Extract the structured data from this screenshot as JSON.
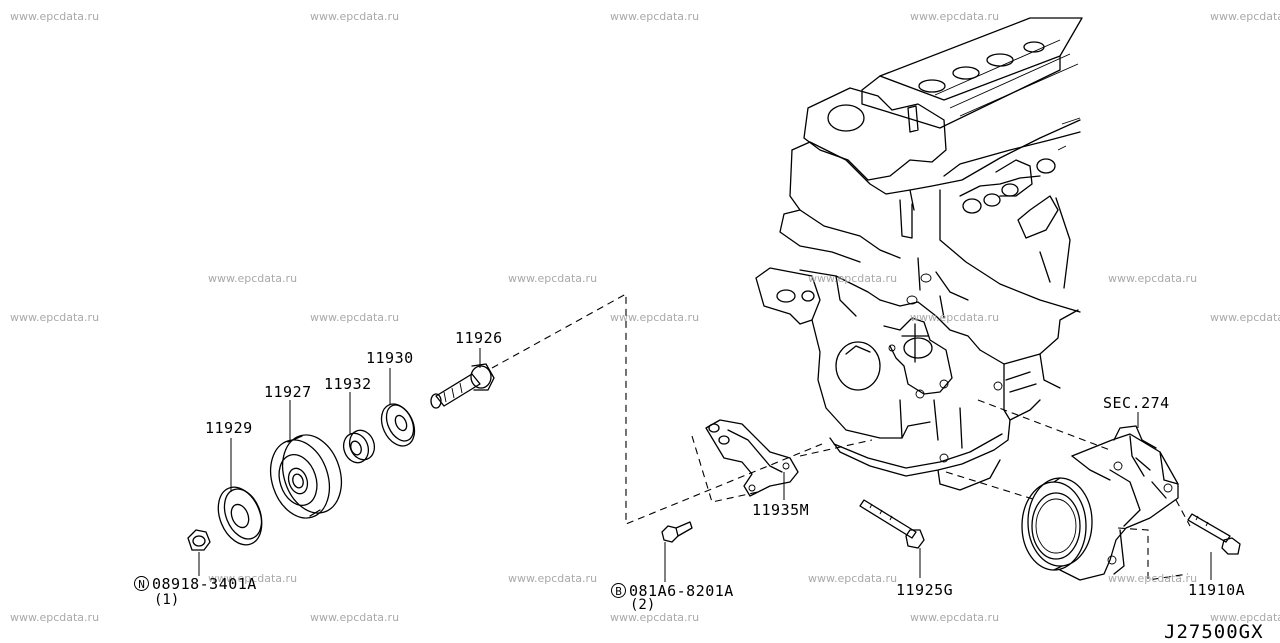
{
  "watermark": "www.epcdata.ru",
  "diagram_code": "J27500GX",
  "section_ref": "SEC.274",
  "parts": [
    {
      "id": "p11926",
      "number": "11926"
    },
    {
      "id": "p11930",
      "number": "11930"
    },
    {
      "id": "p11927",
      "number": "11927"
    },
    {
      "id": "p11932",
      "number": "11932"
    },
    {
      "id": "p11929",
      "number": "11929"
    },
    {
      "id": "p11935M",
      "number": "11935M"
    },
    {
      "id": "p11925G",
      "number": "11925G"
    },
    {
      "id": "p11910A",
      "number": "11910A"
    }
  ],
  "fasteners": [
    {
      "id": "nut",
      "prefix": "N",
      "number": "08918-3401A",
      "qty": "(1)"
    },
    {
      "id": "bolt",
      "prefix": "B",
      "number": "081A6-8201A",
      "qty": "(2)"
    }
  ]
}
